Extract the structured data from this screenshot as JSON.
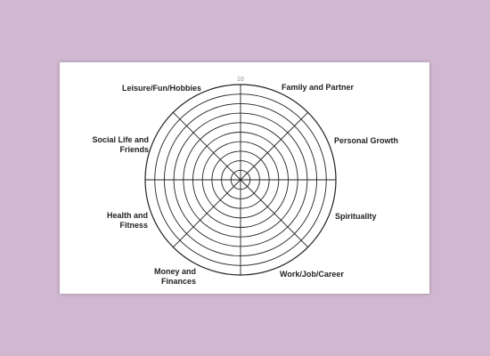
{
  "scale_max": "10",
  "rings": 10,
  "segments": 8,
  "categories": {
    "family": "Family and Partner",
    "personal_growth": "Personal Growth",
    "spirituality": "Spirituality",
    "work": "Work/Job/Career",
    "money_line1": "Money and",
    "money_line2": "Finances",
    "health_line1": "Health and",
    "health_line2": "Fitness",
    "social_line1": "Social Life and",
    "social_line2": "Friends",
    "leisure": "Leisure/Fun/Hobbies"
  },
  "colors": {
    "background": "#d0b8d0",
    "card": "#ffffff",
    "lines": "#222222",
    "scale_number": "#888888"
  }
}
